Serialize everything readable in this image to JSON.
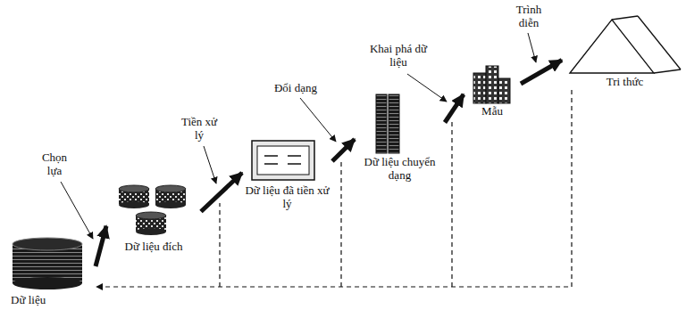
{
  "diagram": {
    "nodes": [
      {
        "text": [
          "Dữ liệu"
        ]
      },
      {
        "text": [
          "Dữ liệu đích"
        ]
      },
      {
        "text": [
          "Dữ liệu đã tiền xử lý"
        ]
      },
      {
        "text": [
          "Dữ liệu chuyển dạng"
        ]
      },
      {
        "text": [
          "Mẫu"
        ]
      },
      {
        "text": [
          "Tri thức"
        ]
      }
    ],
    "edges": [
      {
        "from": 0,
        "to": 1,
        "label": "Chọn lựa",
        "arrow": "to"
      },
      {
        "from": 1,
        "to": 2,
        "label": "Tiền xử lý",
        "arrow": "to"
      },
      {
        "from": 2,
        "to": 3,
        "label": "Đổi dạng",
        "arrow": "to"
      },
      {
        "from": 3,
        "to": 4,
        "label": "Khai phá dữ liệu",
        "arrow": "to"
      },
      {
        "from": 4,
        "to": 5,
        "label": "Trình diễn",
        "arrow": "to"
      },
      {
        "from": 5,
        "to": 0,
        "arrow": "to"
      }
    ]
  }
}
